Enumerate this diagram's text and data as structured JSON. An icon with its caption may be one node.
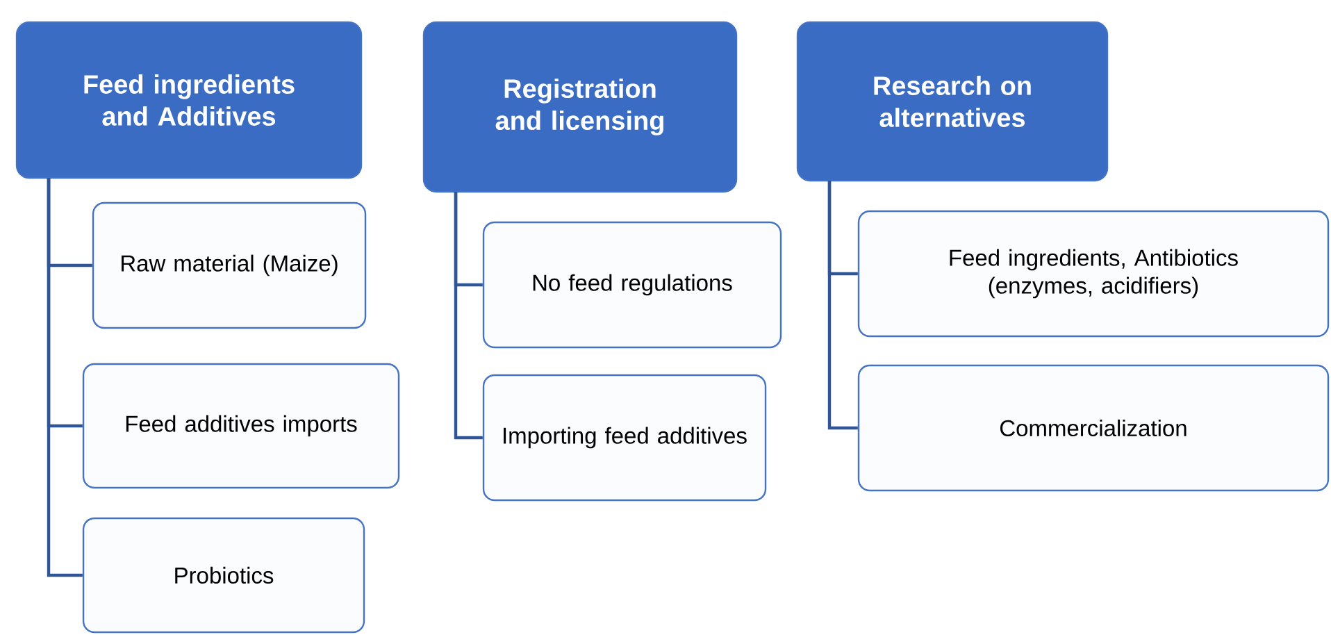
{
  "diagram": {
    "nodes": [
      {
        "text": [
          "Feed ingredients and Additives"
        ]
      },
      {
        "text": [
          "Raw material (Maize)"
        ]
      },
      {
        "text": [
          "Feed additives imports"
        ]
      },
      {
        "text": [
          "Probiotics"
        ]
      },
      {
        "text": [
          "Registration and licensing"
        ]
      },
      {
        "text": [
          "No feed regulations"
        ]
      },
      {
        "text": [
          "Importing feed additives"
        ]
      },
      {
        "text": [
          "Research on alternatives"
        ]
      },
      {
        "text": [
          "Feed ingredients, Antibiotics (enzymes, acidifiers)"
        ]
      },
      {
        "text": [
          "Commercialization"
        ]
      }
    ],
    "edges": [
      {
        "from": 0,
        "to": 1,
        "arrow": "none"
      },
      {
        "from": 0,
        "to": 2,
        "arrow": "none"
      },
      {
        "from": 0,
        "to": 3,
        "arrow": "none"
      },
      {
        "from": 4,
        "to": 5,
        "arrow": "none"
      },
      {
        "from": 4,
        "to": 6,
        "arrow": "none"
      },
      {
        "from": 7,
        "to": 8,
        "arrow": "none"
      },
      {
        "from": 7,
        "to": 9,
        "arrow": "none"
      }
    ]
  }
}
